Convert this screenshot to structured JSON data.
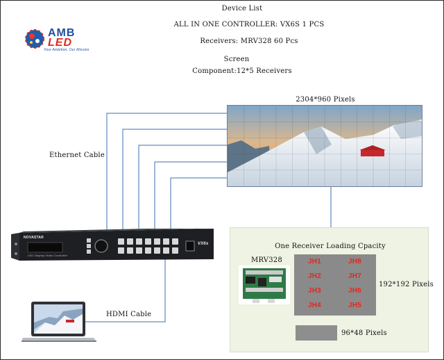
{
  "header": {
    "device_list": "Device List",
    "controller": "ALL IN ONE CONTROLLER: VX6S 1 PCS",
    "receivers": "Receivers: MRV328 60 Pcs",
    "screen": "Screen",
    "component": "Component:12*5 Receivers"
  },
  "logo": {
    "brand_top": "AMB",
    "brand_bottom": "LED",
    "slogan": "Your Ambition, Our Mission"
  },
  "screen_panel": {
    "resolution": "2304*960 Pixels"
  },
  "labels": {
    "ethernet": "Ethernet Cable",
    "hdmi": "HDMI Cable"
  },
  "controller_device": {
    "brand": "NOVASTAR",
    "caption": "LED Display Video Controller",
    "model": "VX6s"
  },
  "receiver_box": {
    "title": "One Receiver Loading Cpacity",
    "card_model": "MRV328",
    "ports": [
      "JH1",
      "JH8",
      "JH2",
      "JH7",
      "JH3",
      "JH6",
      "JH4",
      "JH5"
    ],
    "area_pixels": "192*192 Pixels",
    "module_pixels": "96*48 Pixels"
  },
  "colors": {
    "cable": "#3a6fb0",
    "receiver_bg": "#eef3e3",
    "port_grid": "#8a8a8a",
    "port_label": "#e0281e",
    "module": "#8e8e8e"
  }
}
